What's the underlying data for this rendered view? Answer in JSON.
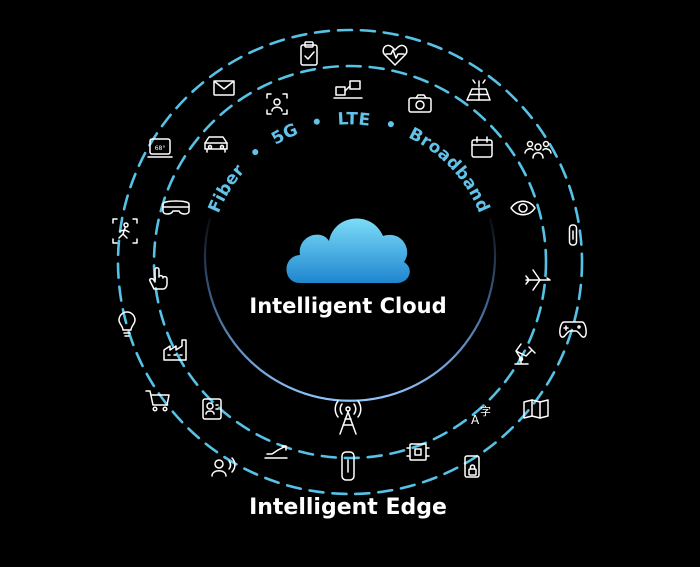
{
  "cloud_label": "Intelligent Cloud",
  "edge_label": "Intelligent Edge",
  "connectivity": [
    "Fiber",
    "5G",
    "LTE",
    "Broadband"
  ],
  "separator": "•",
  "thermostat_text": "68°",
  "translate_glyphs": {
    "latin": "A",
    "cjk": "字"
  },
  "colors": {
    "accent": "#56c2e6",
    "cloud_top": "#7ddcf7",
    "cloud_bottom": "#1f86cf",
    "background": "#000000"
  },
  "edge_devices": [
    "clipboard-icon",
    "heart-monitor-icon",
    "computer-network-icon",
    "camera-icon",
    "solar-panel-icon",
    "calendar-icon",
    "people-group-icon",
    "eye-icon",
    "sensor-icon",
    "airplane-icon",
    "game-controller-icon",
    "robotic-arm-icon",
    "map-icon",
    "translate-icon",
    "phone-lock-icon",
    "chip-icon",
    "remote-icon",
    "trend-line-icon",
    "voice-person-icon",
    "contact-card-icon",
    "shopping-cart-icon",
    "factory-icon",
    "lightbulb-icon",
    "touch-hand-icon",
    "running-person-icon",
    "vr-headset-icon",
    "thermostat-icon",
    "car-icon",
    "face-scan-icon",
    "mail-icon"
  ],
  "tower": "cell-tower-icon"
}
